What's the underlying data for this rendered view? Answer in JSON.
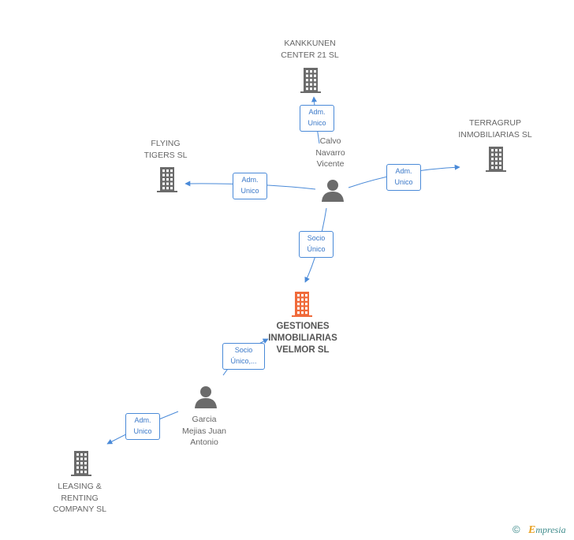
{
  "nodes": {
    "kankkunen": {
      "label": "KANKKUNEN\nCENTER 21 SL",
      "type": "company"
    },
    "terragrup": {
      "label": "TERRAGRUP\nINMOBILIARIAS SL",
      "type": "company"
    },
    "flying_tigers": {
      "label": "FLYING\nTIGERS SL",
      "type": "company"
    },
    "calvo": {
      "label": "Calvo\nNavarro\nVicente",
      "type": "person"
    },
    "gestiones": {
      "label": "GESTIONES\nINMOBILIARIAS\nVELMOR SL",
      "type": "company",
      "highlight": true
    },
    "garcia": {
      "label": "Garcia\nMejias Juan\nAntonio",
      "type": "person"
    },
    "leasing": {
      "label": "LEASING &\nRENTING\nCOMPANY SL",
      "type": "company"
    }
  },
  "edges": {
    "calvo_kankkunen": {
      "label": "Adm.\nUnico"
    },
    "calvo_terragrup": {
      "label": "Adm.\nUnico"
    },
    "calvo_flying": {
      "label": "Adm.\nUnico"
    },
    "calvo_gestiones": {
      "label": "Socio\nÚnico"
    },
    "garcia_gestiones": {
      "label": "Socio\nÚnico,..."
    },
    "garcia_leasing": {
      "label": "Adm.\nUnico"
    }
  },
  "colors": {
    "edge": "#4a8ad8",
    "company_icon": "#6b6b6b",
    "company_icon_highlight": "#f06a3a",
    "person_icon": "#6b6b6b"
  },
  "footer": {
    "copyright_symbol": "©",
    "brand_initial": "E",
    "brand_rest": "mpresia"
  }
}
